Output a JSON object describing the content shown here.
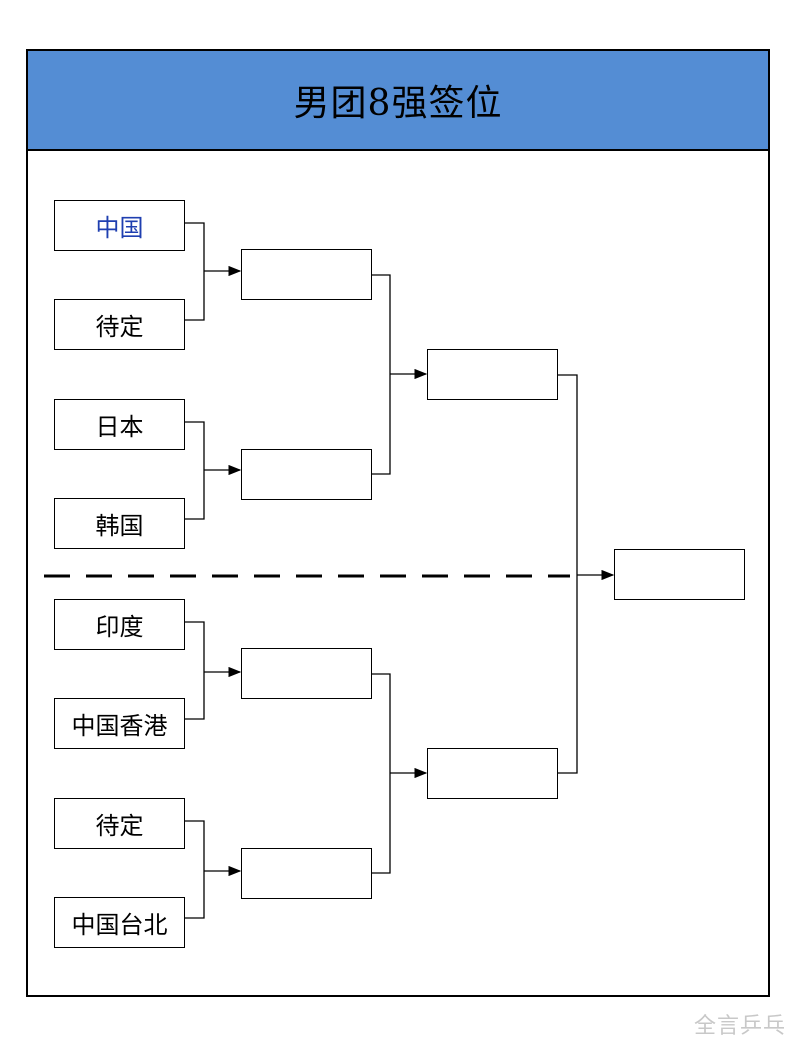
{
  "title": "男团8强签位",
  "teams": [
    "中国",
    "待定",
    "日本",
    "韩国",
    "印度",
    "中国香港",
    "待定",
    "中国台北"
  ],
  "quarter_winners": [
    "",
    "",
    "",
    ""
  ],
  "semi_winners": [
    "",
    ""
  ],
  "final_winner": "",
  "watermark": "全言乒乓"
}
